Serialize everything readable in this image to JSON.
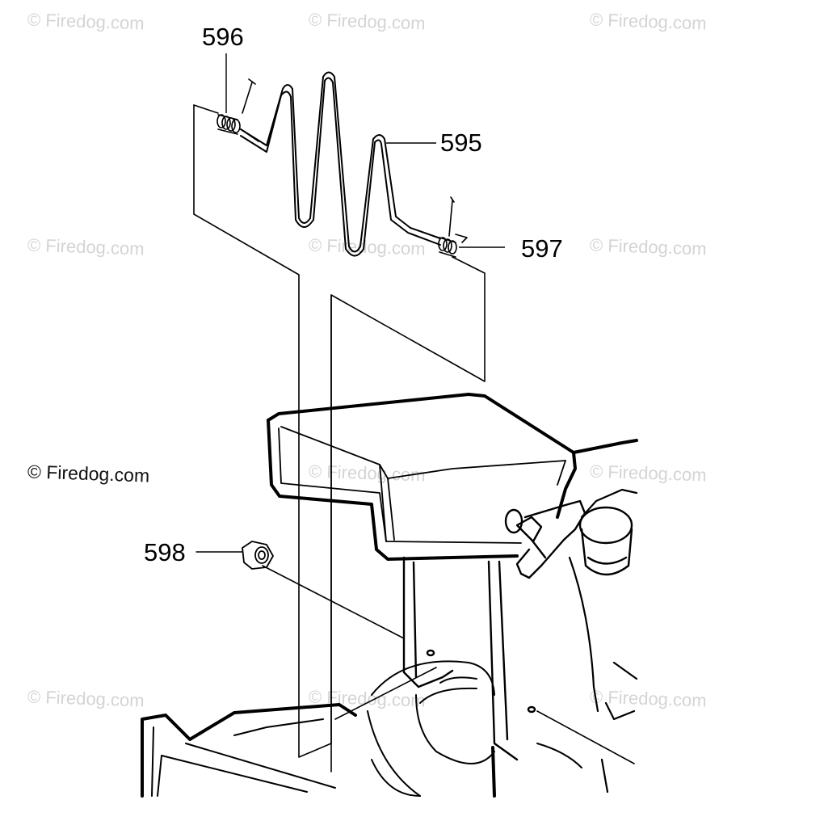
{
  "watermark": {
    "text": "© Firedog.com"
  },
  "callouts": {
    "c595": "595",
    "c596": "596",
    "c597": "597",
    "c598": "598"
  },
  "colors": {
    "line": "#000000",
    "watermark": "#d4d4d4"
  }
}
